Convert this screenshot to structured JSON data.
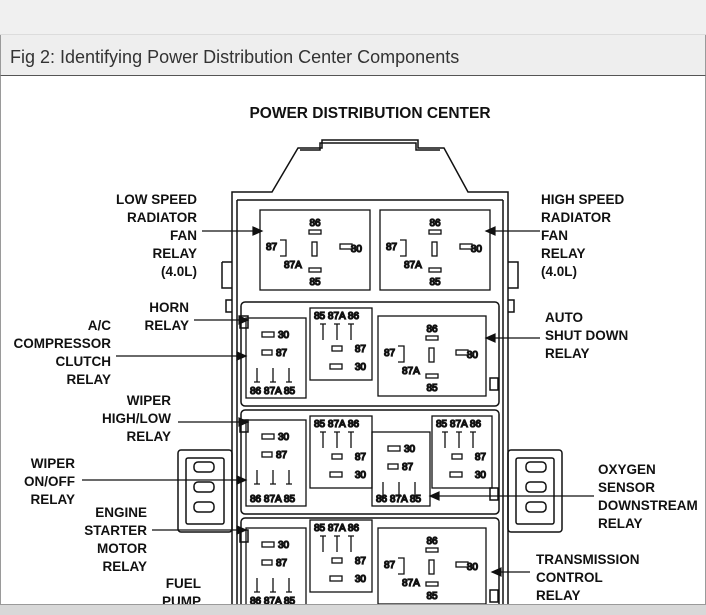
{
  "caption": "Fig 2: Identifying Power Distribution Center Components",
  "diagram": {
    "title": "POWER DISTRIBUTION CENTER",
    "pins": {
      "p86": "86",
      "p85": "85",
      "p87": "87",
      "p30": "30",
      "p87a": "87A",
      "header": "85 87A 86",
      "footer": "86 87A 85"
    },
    "labels": {
      "low_speed_fan": [
        "LOW SPEED",
        "RADIATOR",
        "FAN",
        "RELAY",
        "(4.0L)"
      ],
      "high_speed_fan": [
        "HIGH SPEED",
        "RADIATOR",
        "FAN",
        "RELAY",
        "(4.0L)"
      ],
      "horn": [
        "HORN",
        "RELAY"
      ],
      "ac_clutch": [
        "A/C",
        "COMPRESSOR",
        "CLUTCH",
        "RELAY"
      ],
      "auto_shut_down": [
        "AUTO",
        "SHUT DOWN",
        "RELAY"
      ],
      "wiper_high_low": [
        "WIPER",
        "HIGH/LOW",
        "RELAY"
      ],
      "wiper_on_off": [
        "WIPER",
        "ON/OFF",
        "RELAY"
      ],
      "oxygen_sensor": [
        "OXYGEN",
        "SENSOR",
        "DOWNSTREAM",
        "RELAY"
      ],
      "starter": [
        "ENGINE",
        "STARTER",
        "MOTOR",
        "RELAY"
      ],
      "transmission": [
        "TRANSMISSION",
        "CONTROL",
        "RELAY"
      ],
      "fuel_pump": [
        "FUEL",
        "PUMP"
      ]
    }
  }
}
